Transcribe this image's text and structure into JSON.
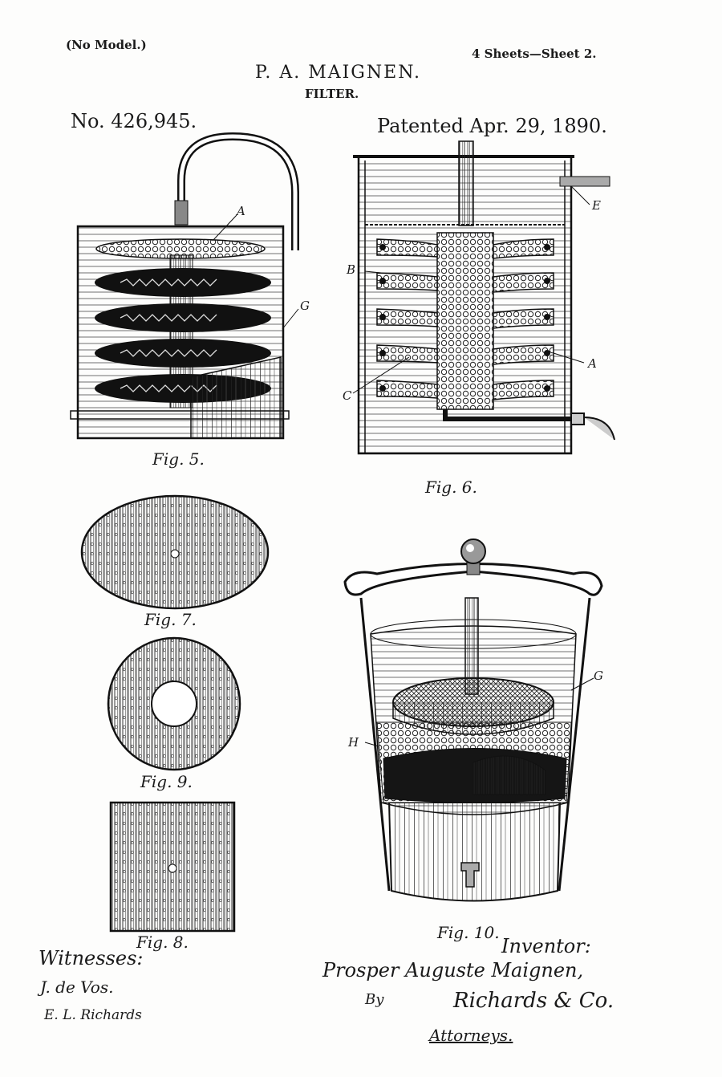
{
  "header": {
    "model_note": "(No Model.)",
    "sheets": "4 Sheets—Sheet 2.",
    "inventor_name": "P. A. MAIGNEN.",
    "invention": "FILTER.",
    "patent_number": "No. 426,945.",
    "patent_date": "Patented Apr. 29, 1890."
  },
  "figures": {
    "fig5": {
      "label": "Fig. 5.",
      "parts": [
        "A",
        "G"
      ]
    },
    "fig6": {
      "label": "Fig. 6.",
      "parts": [
        "B",
        "E",
        "A",
        "C"
      ]
    },
    "fig7": {
      "label": "Fig. 7."
    },
    "fig9": {
      "label": "Fig. 9."
    },
    "fig8": {
      "label": "Fig. 8."
    },
    "fig10": {
      "label": "Fig. 10.",
      "parts": [
        "G",
        "H"
      ]
    }
  },
  "footer": {
    "witnesses_label": "Witnesses:",
    "witness_1": "J. de Vos.",
    "witness_2": "E. L. Richards",
    "inventor_label": "Inventor:",
    "inventor_signature": "Prosper Auguste Maignen,",
    "by": "By",
    "attorney_signature": "Richards & Co.",
    "attorneys_label": "Attorneys."
  },
  "colors": {
    "ink": "#1a1a1a",
    "paper": "#fdfdfc"
  }
}
